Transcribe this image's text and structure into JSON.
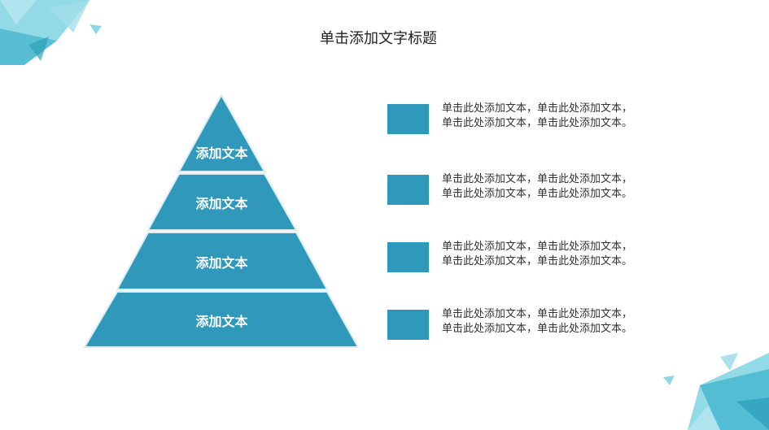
{
  "slide": {
    "title": "单击添加文字标题",
    "accent_color": "#2f98bb"
  },
  "pyramid": {
    "tiers": [
      {
        "label": "添加文本"
      },
      {
        "label": "添加文本"
      },
      {
        "label": "添加文本"
      },
      {
        "label": "添加文本"
      }
    ]
  },
  "items": [
    {
      "line1": "单击此处添加文本，单击此处添加文本，",
      "line2": "单击此处添加文本，单击此处添加文本。"
    },
    {
      "line1": "单击此处添加文本，单击此处添加文本，",
      "line2": "单击此处添加文本，单击此处添加文本。"
    },
    {
      "line1": "单击此处添加文本，单击此处添加文本，",
      "line2": "单击此处添加文本，单击此处添加文本。"
    },
    {
      "line1": "单击此处添加文本，单击此处添加文本，",
      "line2": "单击此处添加文本，单击此处添加文本。"
    }
  ]
}
